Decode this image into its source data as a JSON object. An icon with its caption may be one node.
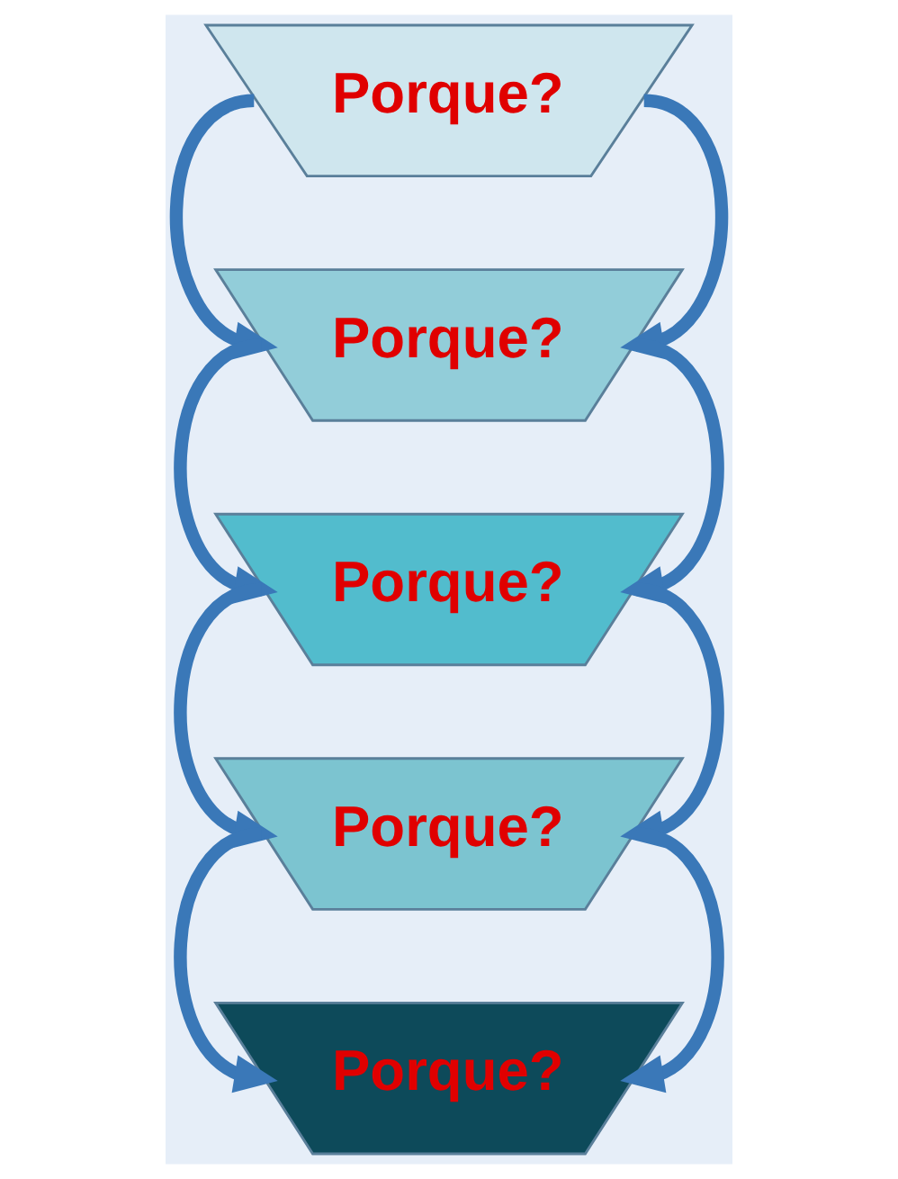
{
  "diagram": {
    "nodes": [
      {
        "text": [
          "Porque?"
        ]
      },
      {
        "text": [
          "Porque?"
        ]
      },
      {
        "text": [
          "Porque?"
        ]
      },
      {
        "text": [
          "Porque?"
        ]
      },
      {
        "text": [
          "Porque?"
        ]
      }
    ],
    "edges": [
      {
        "from": 0,
        "to": 1,
        "arrow": "to"
      },
      {
        "from": 0,
        "to": 1,
        "arrow": "to"
      },
      {
        "from": 1,
        "to": 2,
        "arrow": "to"
      },
      {
        "from": 1,
        "to": 2,
        "arrow": "to"
      },
      {
        "from": 2,
        "to": 3,
        "arrow": "to"
      },
      {
        "from": 2,
        "to": 3,
        "arrow": "to"
      },
      {
        "from": 3,
        "to": 4,
        "arrow": "to"
      },
      {
        "from": 3,
        "to": 4,
        "arrow": "to"
      }
    ]
  }
}
